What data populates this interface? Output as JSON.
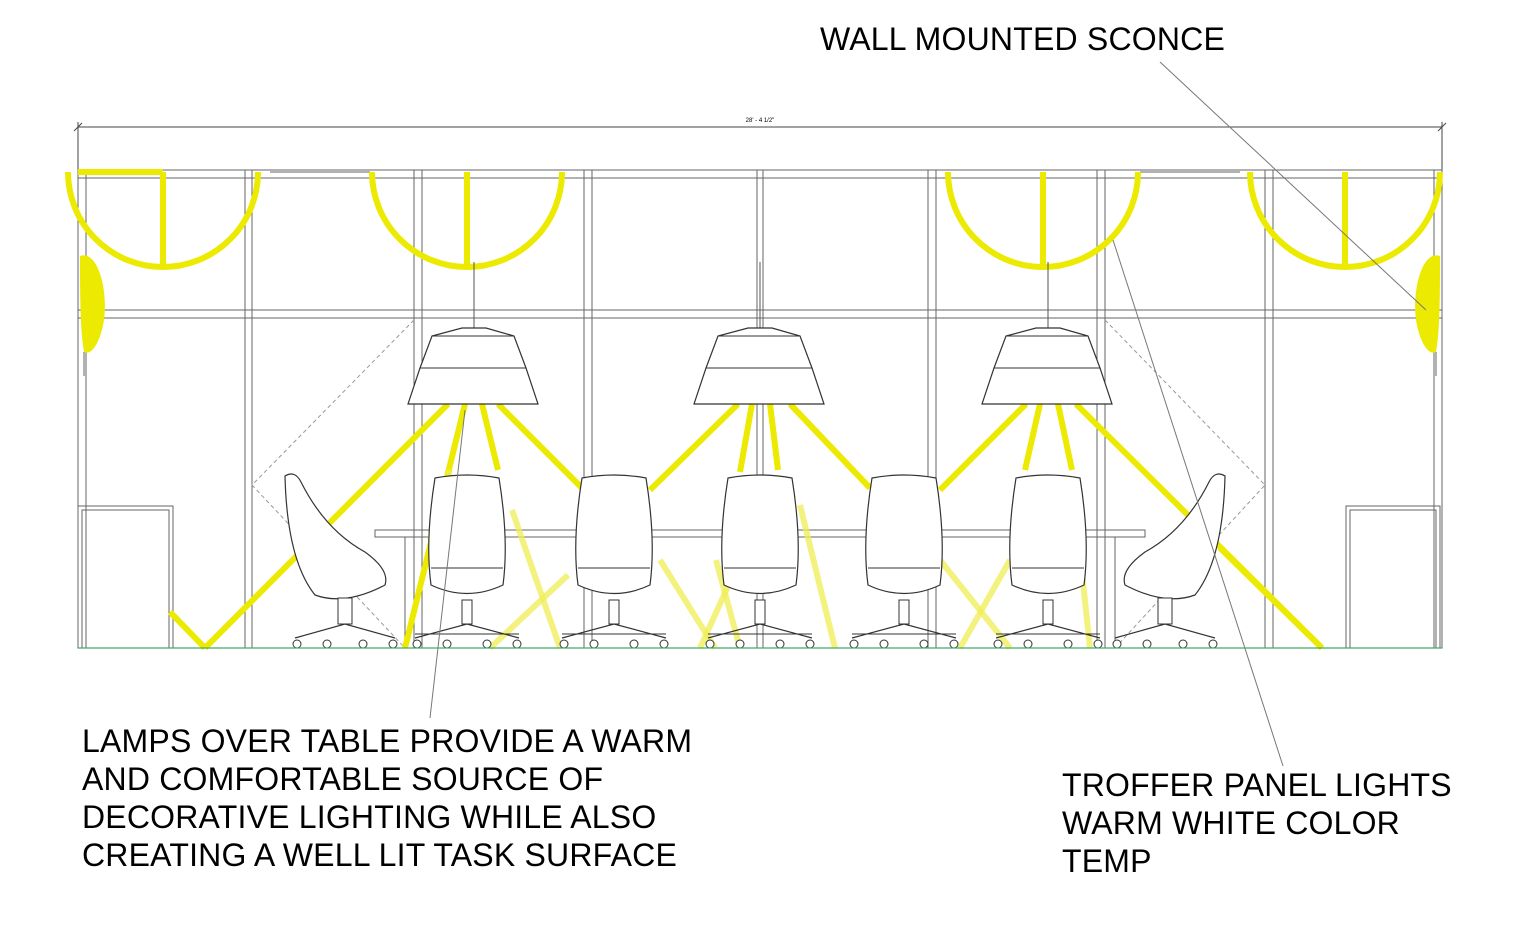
{
  "dimension": "28' - 4 1/2\"",
  "callouts": {
    "sconce": "WALL MOUNTED SCONCE",
    "lamps": "LAMPS OVER TABLE PROVIDE A WARM\nAND COMFORTABLE SOURCE OF\nDECORATIVE LIGHTING WHILE ALSO\nCREATING A WELL LIT TASK SURFACE",
    "troffer": "TROFFER PANEL LIGHTS\nWARM WHITE COLOR\nTEMP"
  },
  "colors": {
    "light": "#ecea00",
    "light_faint": "#f0ee55",
    "line": "#555555"
  },
  "elements": {
    "pendant_lamp_count": 3,
    "troffer_light_count": 4,
    "wall_sconce_count": 2,
    "chair_count": 7
  }
}
